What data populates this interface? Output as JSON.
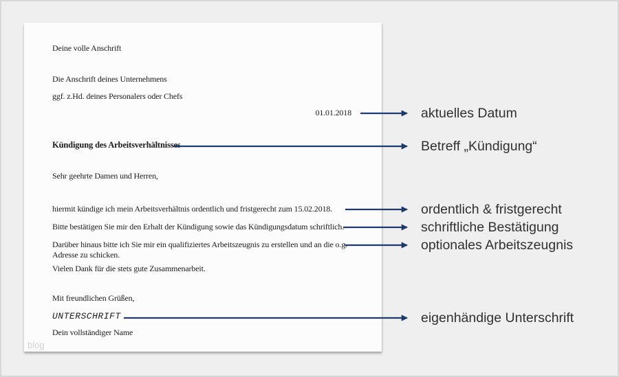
{
  "colors": {
    "background": "#efefef",
    "frame_border": "#d8d8d8",
    "paper": "#fcfcfc",
    "arrow": "#1d3a6d",
    "doc_text": "#1b1b1b",
    "annotation_text": "#303030",
    "watermark": "#d2d2d2"
  },
  "letter": {
    "sender_placeholder": "Deine volle Anschrift",
    "recipient_line1": "Die Anschrift deines Unternehmens",
    "recipient_line2": "ggf. z.Hd. deines Personalers oder Chefs",
    "date": "01.01.2018",
    "subject": "Kündigung des Arbeitsverhältnisses",
    "salutation": "Sehr geehrte Damen und Herren,",
    "body_line1": "hiermit kündige ich mein Arbeitsverhältnis ordentlich und fristgerecht zum 15.02.2018.",
    "body_line2": "Bitte bestätigen Sie mir den Erhalt der Kündigung sowie das Kündigungsdatum schriftlich.",
    "body_line3a": "Darüber hinaus bitte ich Sie mir ein qualifiziertes Arbeitszeugnis zu erstellen und an die o.g.",
    "body_line3b": "Adresse zu schicken.",
    "thanks": "Vielen Dank für die stets gute Zusammenarbeit.",
    "closing": "Mit freundlichen Grüßen,",
    "signature_placeholder": "UNTERSCHRIFT",
    "name_placeholder": "Dein vollständiger Name",
    "watermark": "blog"
  },
  "annotations": [
    {
      "label": "aktuelles Datum"
    },
    {
      "label": "Betreff „Kündigung“"
    },
    {
      "label": "ordentlich & fristgerecht"
    },
    {
      "label": "schriftliche Bestätigung"
    },
    {
      "label": "optionales Arbeitszeugnis"
    },
    {
      "label": "eigenhändige Unterschrift"
    }
  ]
}
